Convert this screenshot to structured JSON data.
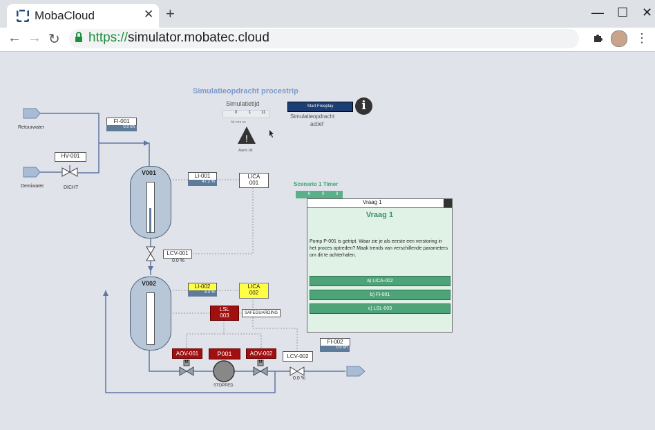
{
  "browser": {
    "tab_title": "MobaCloud",
    "tab_close": "✕",
    "new_tab": "+",
    "url_scheme": "https://",
    "url_host": "simulator.mobatec.cloud",
    "win_min": "—",
    "win_max": "☐",
    "win_close": "✕"
  },
  "sim": {
    "title": "Simulatieopdracht procestrip",
    "time_label": "Simulatietijd",
    "time_h": "0",
    "time_m": "1",
    "time_s": "11",
    "time_units": "hh    mm    ss",
    "alarm_label": "Alarm Uit",
    "freeplay_button": "Start Freeplay",
    "assignment_status_1": "Simulatieopdracht",
    "assignment_status_2": "actief",
    "scenario_label": "Scenario 1 Timer",
    "scenario_h": "0",
    "scenario_m": "0",
    "scenario_s": "0"
  },
  "process": {
    "retourwater": "Retourwater",
    "demiwater": "Demiwater",
    "fi001": "FI-001",
    "fi001_value": "0.0 t/h",
    "hv001": "HV-001",
    "hv001_state": "DICHT",
    "v001": "V001",
    "li001": "LI-001",
    "li001_value": "47.2 %",
    "lica001_a": "LICA",
    "lica001_b": "001",
    "lcv001": "LCV-001",
    "lcv001_value": "0.0 %",
    "v002": "V002",
    "li002": "LI-002",
    "li002_value": "3.3 %",
    "lica002_a": "LICA",
    "lica002_b": "002",
    "lsl003_a": "LSL",
    "lsl003_b": "003",
    "safeguarding": "SAFEGUARDING",
    "aov001": "AOV-001",
    "p001": "P001",
    "aov002": "AOV-002",
    "pump_state": "STOPPED",
    "lcv002": "LCV-002",
    "lcv002_value": "0.0 %",
    "fi002": "FI-002",
    "fi002_value": "0.0 t/h",
    "valve_mode": "M"
  },
  "dialog": {
    "bar_title": "Vraag  1",
    "heading": "Vraag 1",
    "question": "Pomp P-001 is getript. Waar zie je als eerste een verstoring in het proces optreden? Maak trends van verschillende parameters om dit te achterhalen.",
    "answers": [
      "a) LICA-002",
      "b) FI-001",
      "c) LSL-003"
    ]
  },
  "colors": {
    "accent_blue": "#7f9ac9",
    "dialog_green": "#4ea479",
    "alarm_red": "#a01010",
    "highlight_yellow": "#ffff44"
  }
}
